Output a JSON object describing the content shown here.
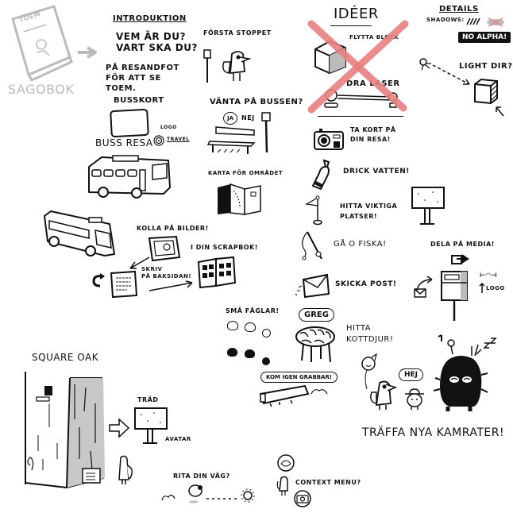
{
  "book": {
    "cover_title": "TOEM",
    "label": "SAGOBOK"
  },
  "intro": {
    "heading": "INTRODUKTION",
    "q1": "VEM ÄR DU?",
    "q2": "VART SKA DU?",
    "line1": "PÅ RESANDFOT",
    "line2": "FÖR ATT SE",
    "line3": "TOEM.",
    "card_label": "BUSSKORT",
    "bus_trip": "BUSS RESA",
    "logo_label": "LOGO",
    "logo_text": "TRAVEL"
  },
  "first_stop": {
    "label": "FÖRSTA STOPPET"
  },
  "wait_bus": {
    "label": "VÄNTA PÅ BUSSEN?",
    "yes": "JA",
    "no": "NEJ"
  },
  "map": {
    "label": "KARTA FÖR OMRÅDET"
  },
  "photos": {
    "look": "KOLLA PÅ BILDER!",
    "write1": "SKRIV",
    "write2": "PÅ BAKSIDAN!",
    "scrapbook": "I DIN SCRAPBOK!"
  },
  "ideas": {
    "heading": "IDÉER",
    "move_block": "FLYTTA BLOCK",
    "pull_laser": "DRA LASER",
    "crossed_color": "#e88080"
  },
  "details": {
    "heading": "DETAILS",
    "shadows": "SHADOWS:",
    "no_alpha": "NO ALPHA!",
    "light_dir": "LIGHT DIR?"
  },
  "activities": [
    {
      "icon": "camera-icon",
      "line1": "TA KORT PÅ",
      "line2": "DIN RESA!"
    },
    {
      "icon": "water-bottle-icon",
      "line1": "DRICK VATTEN!",
      "line2": ""
    },
    {
      "icon": "flag-icon",
      "line1": "HITTA VIKTIGA",
      "line2": "PLATSER!"
    },
    {
      "icon": "fishing-rod-icon",
      "line1": "GÅ O FISKA!",
      "line2": ""
    },
    {
      "icon": "envelope-icon",
      "line1": "SKICKA POST!",
      "line2": ""
    }
  ],
  "share": {
    "label": "DELA PÅ MEDIA!",
    "logo": "LOGO"
  },
  "birds": {
    "label": "SMÅ FÅGLAR!"
  },
  "greg": {
    "name": "GREG",
    "hint1": "HITTA",
    "hint2": "KOTTDJUR!"
  },
  "crew": {
    "shout": "KOM IGEN GRABBAR!"
  },
  "friends": {
    "hello": "HEJ",
    "label": "TRÄFFA NYA KAMRATER!"
  },
  "oak": {
    "title": "SQUARE OAK",
    "tree_label": "TRÄD",
    "avatar_label": "AVATAR"
  },
  "path": {
    "label": "RITA DIN VÄG?"
  },
  "context": {
    "label": "CONTEXT MENU?"
  }
}
